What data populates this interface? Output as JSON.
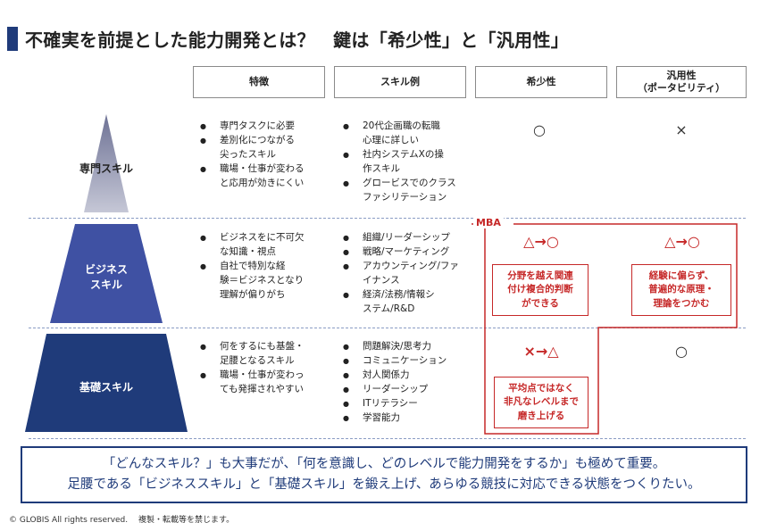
{
  "title": "不確実を前提とした能力開発とは？　鍵は「希少性」と「汎用性」",
  "headers": {
    "features": "特徴",
    "skill_examples": "スキル例",
    "rarity": "希少性",
    "versatility": "汎用性\n（ポータビリティ）"
  },
  "colors": {
    "navy": "#1f3b7a",
    "mid_blue": "#3f51a3",
    "light_gray_blue": "#a9acc2",
    "red": "#c62828"
  },
  "rows": {
    "specialized": {
      "label": "専門スキル",
      "features": [
        "専門タスクに必要",
        "差別化につながる\n尖ったスキル",
        "職場・仕事が変わる\nと応用が効きにくい"
      ],
      "examples": [
        "20代企画職の転職\n心理に詳しい",
        "社内システムXの操\n作スキル",
        "グロービスでのクラス\nファシリテーション"
      ],
      "rarity": "○",
      "versatility": "×"
    },
    "business": {
      "label": "ビジネス\nスキル",
      "features": [
        "ビジネスをに不可欠\nな知識・視点",
        "自社で特別な経\n験＝ビジネスとなり\n理解が偏りがち"
      ],
      "examples": [
        "組織/リーダーシップ",
        "戦略/マーケティング",
        "アカウンティング/ファ\nイナンス",
        "経済/法務/情報シ\nステム/R&D"
      ],
      "rarity": "△→○",
      "versatility": "△→○",
      "rarity_note": "分野を越え関連\n付け複合的判断\nができる",
      "versatility_note": "経験に偏らず、\n普遍的な原理・\n理論をつかむ"
    },
    "basic": {
      "label": "基礎スキル",
      "features": [
        "何をするにも基盤・\n足腰となるスキル",
        "職場・仕事が変わっ\nても発揮されやすい"
      ],
      "examples": [
        "問題解決/思考力",
        "コミュニケーション",
        "対人関係力",
        "リーダーシップ",
        "ITリテラシー",
        "学習能力"
      ],
      "rarity": "×→△",
      "versatility": "○",
      "rarity_note": "平均点ではなく\n非凡なレベルまで\n磨き上げる"
    }
  },
  "mba_label": "MBA",
  "summary": {
    "line1": "「どんなスキル？」も大事だが、「何を意識し、どのレベルで能力開発をするか」も極めて重要。",
    "line2": "足腰である「ビジネススキル」と「基礎スキル」を鍛え上げ、あらゆる競技に対応できる状態をつくりたい。"
  },
  "footer": "© GLOBIS All rights reserved.　 複製・転載等を禁じます。"
}
